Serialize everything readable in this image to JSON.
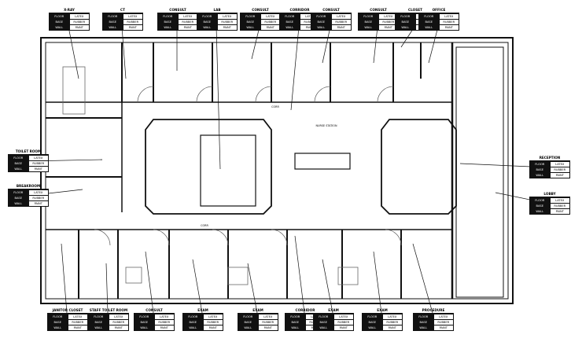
{
  "tag_fields": {
    "row1": [
      "FLOOR",
      "LATEX"
    ],
    "row2": [
      "BASE",
      "RUBBER"
    ],
    "row3": [
      "WALL",
      "PAINT"
    ]
  },
  "tags": [
    {
      "id": "t1",
      "title": "X-RAY"
    },
    {
      "id": "t2",
      "title": "CT"
    },
    {
      "id": "t3",
      "title": "CONSULT"
    },
    {
      "id": "t4",
      "title": "LAB"
    },
    {
      "id": "t5",
      "title": "CONSULT"
    },
    {
      "id": "t6",
      "title": "CORRIDOR"
    },
    {
      "id": "t7",
      "title": "CONSULT"
    },
    {
      "id": "t8",
      "title": "CONSULT"
    },
    {
      "id": "t9",
      "title": "CLOSET"
    },
    {
      "id": "t10",
      "title": "OFFICE"
    },
    {
      "id": "t11",
      "title": "TOILET ROOM"
    },
    {
      "id": "t12",
      "title": "BREAKROOM"
    },
    {
      "id": "t13",
      "title": "RECEPTION"
    },
    {
      "id": "t14",
      "title": "LOBBY"
    },
    {
      "id": "t15",
      "title": "JANITOR CLOSET"
    },
    {
      "id": "t16",
      "title": "STAFF TOILET ROOM"
    },
    {
      "id": "t17",
      "title": "CONSULT"
    },
    {
      "id": "t18",
      "title": "EXAM"
    },
    {
      "id": "t19",
      "title": "EXAM"
    },
    {
      "id": "t20",
      "title": "CORRIDOR"
    },
    {
      "id": "t21",
      "title": "EXAM"
    },
    {
      "id": "t22",
      "title": "EXAM"
    },
    {
      "id": "t23",
      "title": "PROCEDURE"
    }
  ],
  "labels": {
    "nurse": "NURSE STATION",
    "corr_top": "CORR",
    "corr_bottom": "CORR"
  }
}
